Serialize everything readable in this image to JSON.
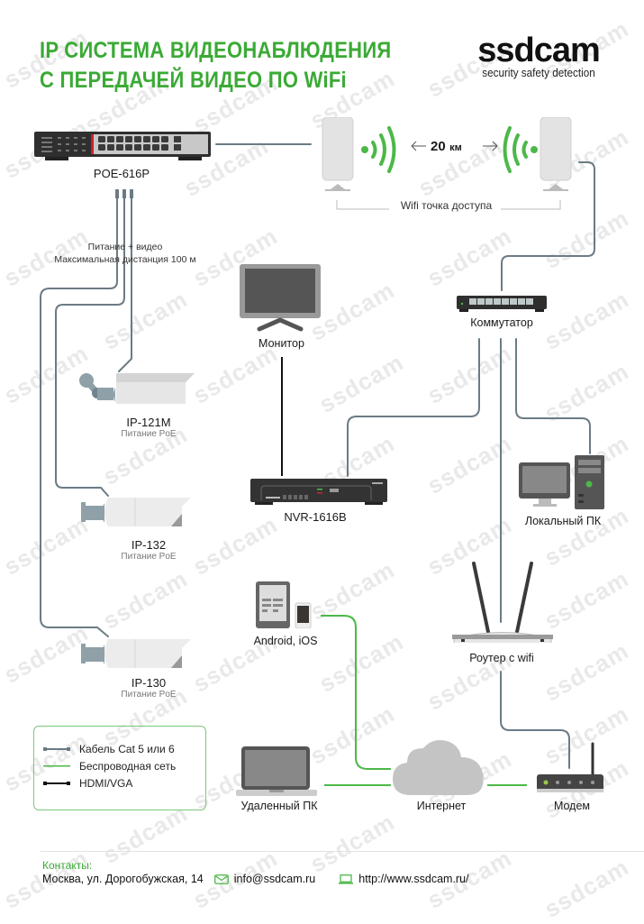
{
  "header": {
    "title_line1": "IP СИСТЕМА ВИДЕОНАБЛЮДЕНИЯ",
    "title_line2": "С ПЕРЕДАЧЕЙ ВИДЕО ПО WiFi",
    "logo_word": "ssdcam",
    "logo_tagline": "security safety detection"
  },
  "watermark": "ssdcam",
  "devices": {
    "poe_switch": {
      "label": "POE-616P"
    },
    "poe_note_line1": "Питание + видео",
    "poe_note_line2": "Максимальная дистанция 100 м",
    "distance": {
      "value": "20",
      "unit": "км"
    },
    "access_points_label": "Wifi точка доступа",
    "network_switch": {
      "label": "Коммутатор"
    },
    "monitor": {
      "label": "Монитор"
    },
    "nvr": {
      "label": "NVR-1616B"
    },
    "local_pc": {
      "label": "Локальный ПК"
    },
    "router": {
      "label": "Роутер с wifi"
    },
    "mobile": {
      "label": "Android, iOS"
    },
    "remote_pc": {
      "label": "Удаленный ПК"
    },
    "internet": {
      "label": "Интернет"
    },
    "modem": {
      "label": "Модем"
    },
    "cameras": [
      {
        "model": "IP-121M",
        "power": "Питание PoE"
      },
      {
        "model": "IP-132",
        "power": "Питание PoE"
      },
      {
        "model": "IP-130",
        "power": "Питание PoE"
      }
    ]
  },
  "legend": {
    "items": [
      {
        "label": "Кабель Cat 5 или 6",
        "color": "#6b7b85"
      },
      {
        "label": "Беспроводная сеть",
        "color": "#4cb848"
      },
      {
        "label": "HDMI/VGA",
        "color": "#111111"
      }
    ]
  },
  "colors": {
    "accent": "#3aaa35",
    "cable": "#6b7b85",
    "wireless": "#4cb848",
    "hdmi": "#111111"
  },
  "footer": {
    "contacts_label": "Контакты:",
    "address": "Москва, ул. Дорогобужская, 14",
    "email": "info@ssdcam.ru",
    "website": "http://www.ssdcam.ru/"
  }
}
